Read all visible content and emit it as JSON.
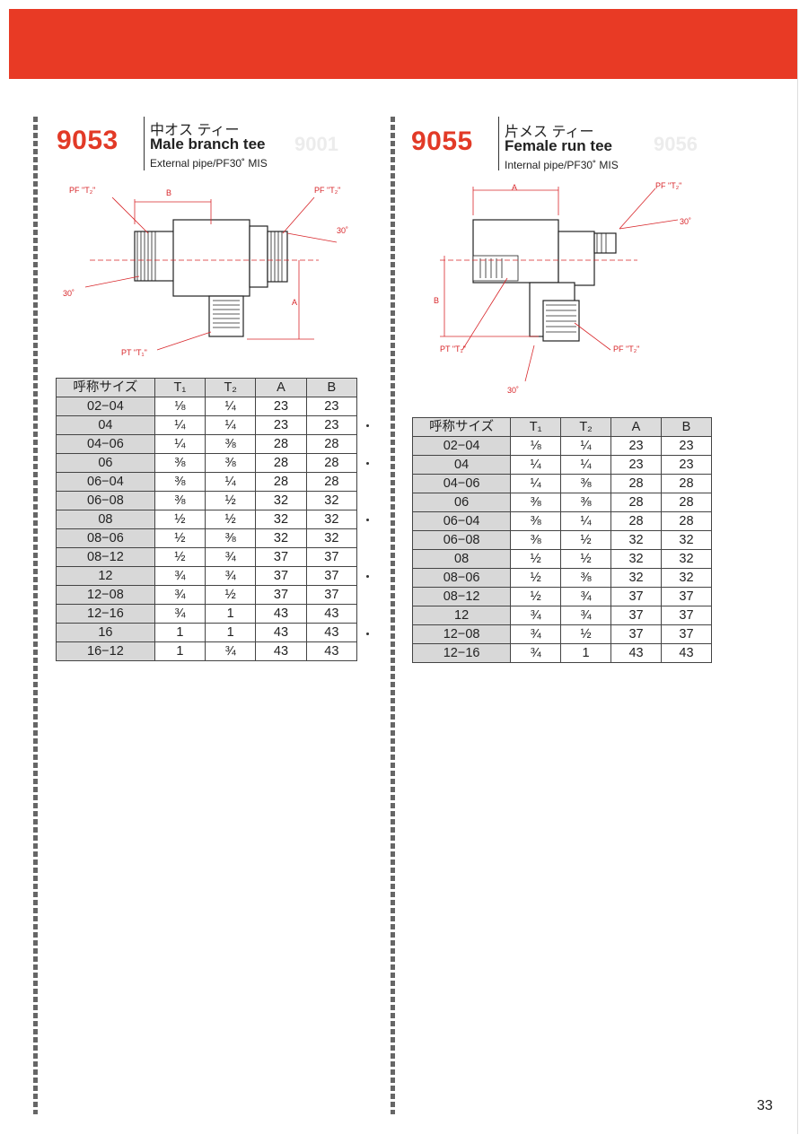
{
  "page_number": "33",
  "left": {
    "code": "9053",
    "title_jp": "中オス ティー",
    "title_en": "Male branch tee",
    "subtitle": "External pipe/PF30˚ MIS",
    "ghost": "9001",
    "diagram_labels": {
      "pf_t2_left": "PF \"T₂\"",
      "pf_t2_right": "PF \"T₂\"",
      "b": "B",
      "a": "A",
      "angle_right": "30˚",
      "angle_left": "30˚",
      "pt_t1": "PT \"T₁\""
    },
    "table": {
      "headers": [
        "呼称サイズ",
        "T₁",
        "T₂",
        "A",
        "B"
      ],
      "rows": [
        [
          "02−04",
          "⅛",
          "¼",
          "23",
          "23"
        ],
        [
          "04",
          "¼",
          "¼",
          "23",
          "23"
        ],
        [
          "04−06",
          "¼",
          "⅜",
          "28",
          "28"
        ],
        [
          "06",
          "⅜",
          "⅜",
          "28",
          "28"
        ],
        [
          "06−04",
          "⅜",
          "¼",
          "28",
          "28"
        ],
        [
          "06−08",
          "⅜",
          "½",
          "32",
          "32"
        ],
        [
          "08",
          "½",
          "½",
          "32",
          "32"
        ],
        [
          "08−06",
          "½",
          "⅜",
          "32",
          "32"
        ],
        [
          "08−12",
          "½",
          "¾",
          "37",
          "37"
        ],
        [
          "12",
          "¾",
          "¾",
          "37",
          "37"
        ],
        [
          "12−08",
          "¾",
          "½",
          "37",
          "37"
        ],
        [
          "12−16",
          "¾",
          "1",
          "43",
          "43"
        ],
        [
          "16",
          "1",
          "1",
          "43",
          "43"
        ],
        [
          "16−12",
          "1",
          "¾",
          "43",
          "43"
        ]
      ]
    }
  },
  "right": {
    "code": "9055",
    "title_jp": "片メス ティー",
    "title_en": "Female run tee",
    "subtitle": "Internal pipe/PF30˚ MIS",
    "ghost": "9056",
    "diagram_labels": {
      "pf_t2_top": "PF \"T₂\"",
      "a": "A",
      "b": "B",
      "angle_right": "30˚",
      "pt_t1": "PT \"T₁\"",
      "pf_t2_bottom": "PF \"T₂\"",
      "angle_bottom": "30˚"
    },
    "table": {
      "headers": [
        "呼称サイズ",
        "T₁",
        "T₂",
        "A",
        "B"
      ],
      "rows": [
        [
          "02−04",
          "⅛",
          "¼",
          "23",
          "23"
        ],
        [
          "04",
          "¼",
          "¼",
          "23",
          "23"
        ],
        [
          "04−06",
          "¼",
          "⅜",
          "28",
          "28"
        ],
        [
          "06",
          "⅜",
          "⅜",
          "28",
          "28"
        ],
        [
          "06−04",
          "⅜",
          "¼",
          "28",
          "28"
        ],
        [
          "06−08",
          "⅜",
          "½",
          "32",
          "32"
        ],
        [
          "08",
          "½",
          "½",
          "32",
          "32"
        ],
        [
          "08−06",
          "½",
          "⅜",
          "32",
          "32"
        ],
        [
          "08−12",
          "½",
          "¾",
          "37",
          "37"
        ],
        [
          "12",
          "¾",
          "¾",
          "37",
          "37"
        ],
        [
          "12−08",
          "¾",
          "½",
          "37",
          "37"
        ],
        [
          "12−16",
          "¾",
          "1",
          "43",
          "43"
        ]
      ]
    }
  },
  "colors": {
    "accent": "#e83a25",
    "code_red": "#e23a27",
    "dim_red": "#d8262a",
    "size_cell_gray": "#d8d8d8"
  }
}
